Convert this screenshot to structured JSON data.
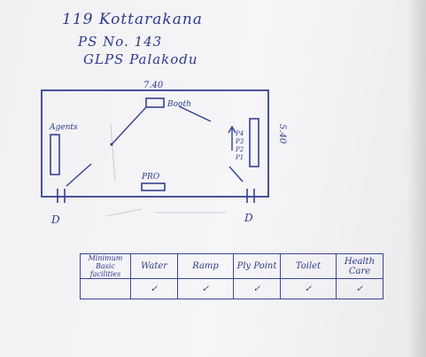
{
  "header": {
    "line1": "119 Kottarakana",
    "line2": "PS No. 143",
    "line3": "GLPS Palakodu"
  },
  "diagram": {
    "top_dimension": "7.40",
    "side_dimension": "5.40",
    "booth_label": "Booth",
    "agents_label": "Agents",
    "pro_label": "PRO",
    "p_labels": [
      "P4",
      "P3",
      "P2",
      "P1"
    ],
    "door_left": "D",
    "door_right": "D"
  },
  "table": {
    "headers": [
      "Minimum Basic facilities",
      "Water",
      "Ramp",
      "Ply Point",
      "Toilet",
      "Health Care"
    ],
    "row": [
      "",
      "✓",
      "✓",
      "✓",
      "✓",
      "✓"
    ]
  }
}
